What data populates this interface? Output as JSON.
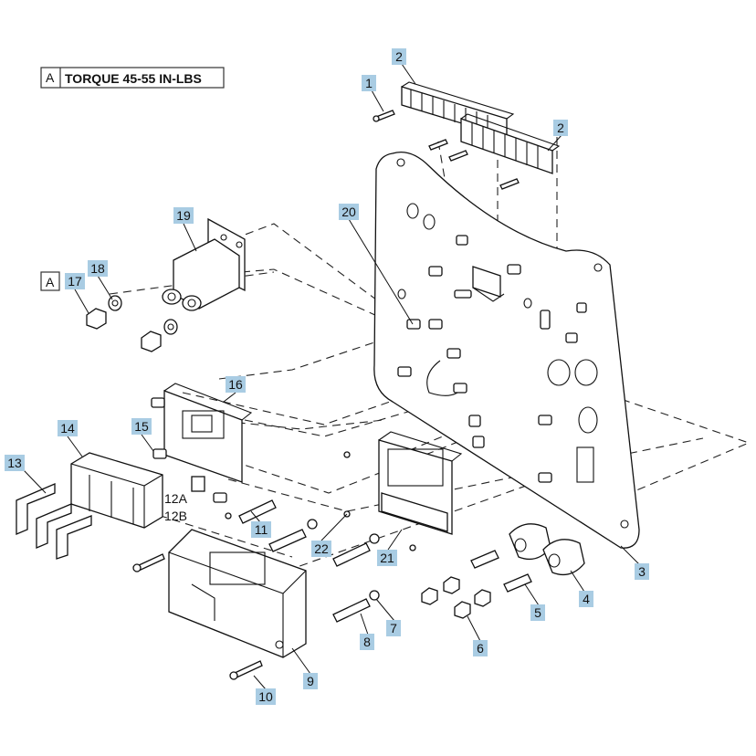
{
  "torque_note": {
    "letter": "A",
    "text": "TORQUE 45-55 IN-LBS"
  },
  "torque_marker": {
    "letter": "A"
  },
  "callouts": [
    {
      "id": "c1",
      "label": "1"
    },
    {
      "id": "c2a",
      "label": "2"
    },
    {
      "id": "c2b",
      "label": "2"
    },
    {
      "id": "c3",
      "label": "3"
    },
    {
      "id": "c4",
      "label": "4"
    },
    {
      "id": "c5",
      "label": "5"
    },
    {
      "id": "c6",
      "label": "6"
    },
    {
      "id": "c7",
      "label": "7"
    },
    {
      "id": "c8",
      "label": "8"
    },
    {
      "id": "c9",
      "label": "9"
    },
    {
      "id": "c10",
      "label": "10"
    },
    {
      "id": "c11",
      "label": "11"
    },
    {
      "id": "c13",
      "label": "13"
    },
    {
      "id": "c14",
      "label": "14"
    },
    {
      "id": "c15",
      "label": "15"
    },
    {
      "id": "c16",
      "label": "16"
    },
    {
      "id": "c17",
      "label": "17"
    },
    {
      "id": "c18",
      "label": "18"
    },
    {
      "id": "c19",
      "label": "19"
    },
    {
      "id": "c20",
      "label": "20"
    },
    {
      "id": "c21",
      "label": "21"
    },
    {
      "id": "c22",
      "label": "22"
    }
  ],
  "plain_labels": {
    "p12a": "12A",
    "p12b": "12B"
  }
}
